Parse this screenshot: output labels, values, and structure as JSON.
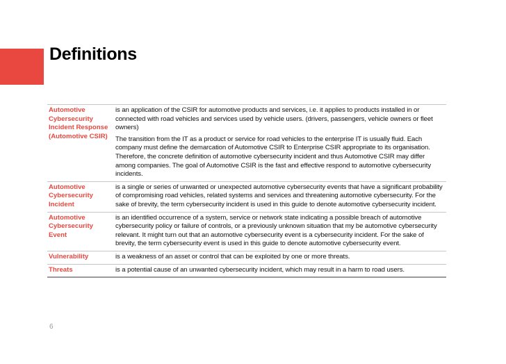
{
  "page": {
    "title": "Definitions",
    "page_number": "6",
    "accent_color": "#e8483f"
  },
  "definitions": [
    {
      "term": "Automotive Cybersecurity Incident Response (Automotive CSIR)",
      "paragraphs": [
        "is an application of the CSIR for automotive products and services, i.e. it applies to products installed in or connected with road vehicles and services used by vehicle users. (drivers, passengers, vehicle owners or fleet owners)",
        "The transition from the IT as a product or service for road vehicles to the enterprise IT is usually fluid. Each company must define the demarcation of Automotive CSIR to Enterprise CSIR appropriate to its organisation. Therefore, the concrete definition of automotive cybersecurity incident and thus Automotive CSIR may differ among companies. The goal of Automotive CSIR is the fast and effective respond to automotive cybersecurity incidents."
      ]
    },
    {
      "term": "Automotive Cybersecurity Incident",
      "paragraphs": [
        "is a single or series of unwanted or unexpected automotive cybersecurity events that have a significant probability of compromising road vehicles, related systems and services and threatening automotive cybersecurity. For the sake of brevity, the term cybersecurity incident is used in this guide to denote automotive cybersecurity incident."
      ]
    },
    {
      "term": "Automotive Cybersecurity Event",
      "paragraphs": [
        "is an identified occurrence of a system, service or network state indicating a possible breach of automotive cybersecurity policy or failure of controls, or a previously unknown situation that my be automotive cybersecurity relevant. It might turn out that an automotive cybersecurity event is a cybersecurity incident. For the sake of brevity, the term cybersecurity event is used in this guide to denote automotive cybersecurity event."
      ]
    },
    {
      "term": "Vulnerability",
      "paragraphs": [
        "is a weakness of an asset or control that can be exploited by one or more threats."
      ]
    },
    {
      "term": "Threats",
      "paragraphs": [
        "is a potential cause of an unwanted cybersecurity incident, which may result in a harm to road users."
      ]
    }
  ]
}
